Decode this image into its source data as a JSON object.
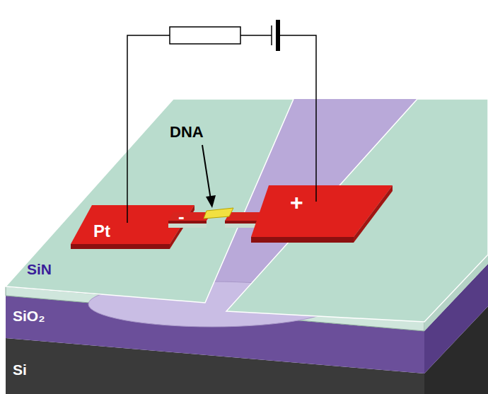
{
  "diagram": {
    "labels": [
      "DNA",
      "Pt",
      "-",
      "+",
      "SiN",
      "SiO₂",
      "Si"
    ]
  }
}
